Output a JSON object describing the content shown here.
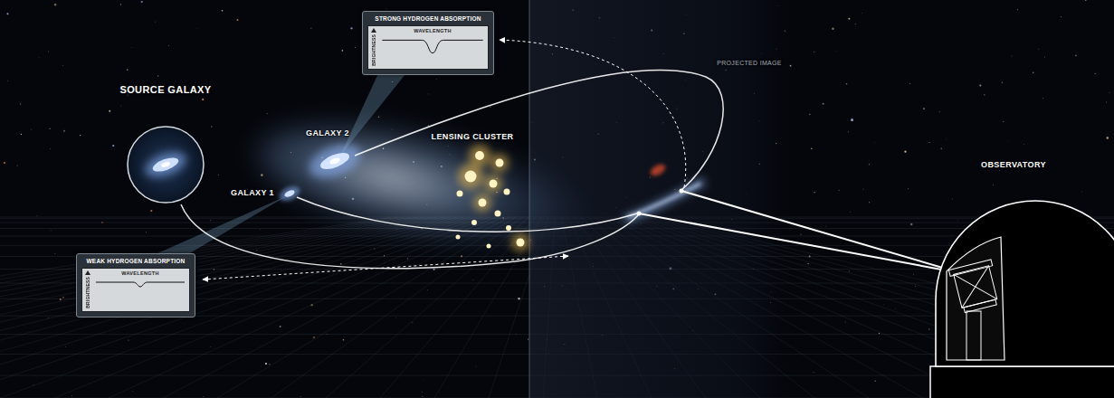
{
  "diagram": {
    "nodes": [
      {
        "text": [
          "STRONG HYDROGEN ABSORPTION"
        ]
      },
      {
        "text": [
          "BRIGHTNESS",
          "WAVELENGTH"
        ],
        "in": 0
      },
      {
        "text": [
          "SOURCE GALAXY"
        ]
      },
      {
        "text": [
          "WEAK HYDROGEN ABSORPTION"
        ]
      },
      {
        "text": [
          "BRIGHTNESS",
          "WAVELENGTH"
        ],
        "in": 3
      }
    ],
    "labels": [
      "GALAXY 2",
      "GALAXY 1",
      "LENSING CLUSTER",
      "PROJECTED IMAGE",
      "OBSERVATORY"
    ]
  }
}
